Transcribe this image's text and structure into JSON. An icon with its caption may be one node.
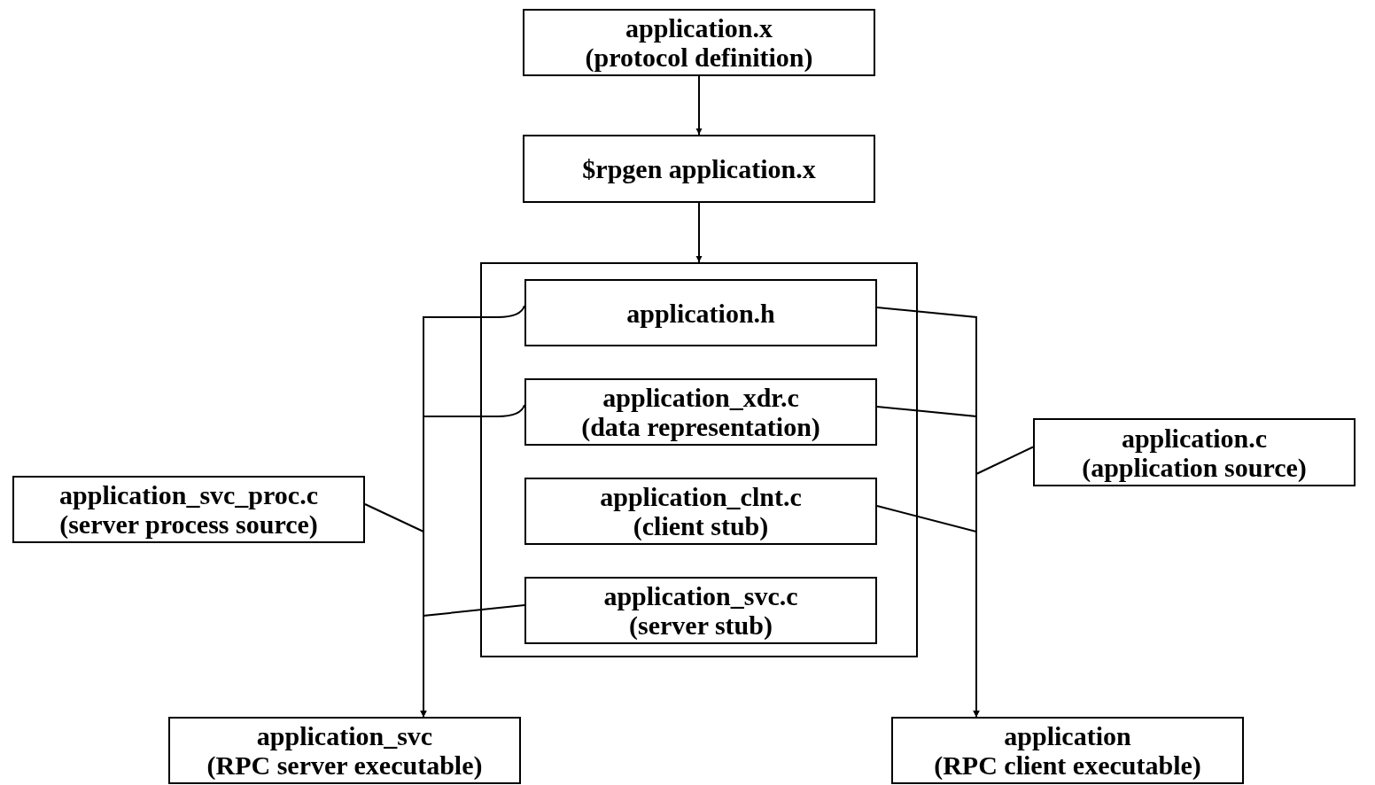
{
  "diagram": {
    "nodes": [
      {
        "text": [
          "application.x",
          "(protocol definition)"
        ]
      },
      {
        "text": [
          "$rpgen application.x"
        ]
      },
      {
        "text": [],
        "shape": "box"
      },
      {
        "text": [
          "application.h"
        ],
        "in": 2
      },
      {
        "text": [
          "application_xdr.c",
          "(data representation)"
        ],
        "in": 2
      },
      {
        "text": [
          "application_clnt.c",
          "(client stub)"
        ],
        "in": 2
      },
      {
        "text": [
          "application_svc.c",
          "(server stub)"
        ],
        "in": 2
      },
      {
        "text": [
          "application_svc_proc.c",
          "(server process source)"
        ]
      },
      {
        "text": [
          "application.c",
          "(application source)"
        ]
      },
      {
        "text": [
          "application_svc",
          "(RPC server executable)"
        ]
      },
      {
        "text": [
          "application",
          "(RPC client executable)"
        ]
      }
    ],
    "edges": [
      {
        "from": 0,
        "to": 1,
        "arrow": "to"
      },
      {
        "from": 1,
        "to": 2,
        "arrow": "to"
      },
      {
        "from": 3,
        "to": 9,
        "arrow": "to"
      },
      {
        "from": 4,
        "to": 9,
        "arrow": "to"
      },
      {
        "from": 7,
        "to": 9,
        "arrow": "to"
      },
      {
        "from": 6,
        "to": 9,
        "arrow": "to"
      },
      {
        "from": 3,
        "to": 10,
        "arrow": "to"
      },
      {
        "from": 4,
        "to": 10,
        "arrow": "to"
      },
      {
        "from": 8,
        "to": 10,
        "arrow": "to"
      },
      {
        "from": 5,
        "to": 10,
        "arrow": "to"
      }
    ]
  }
}
